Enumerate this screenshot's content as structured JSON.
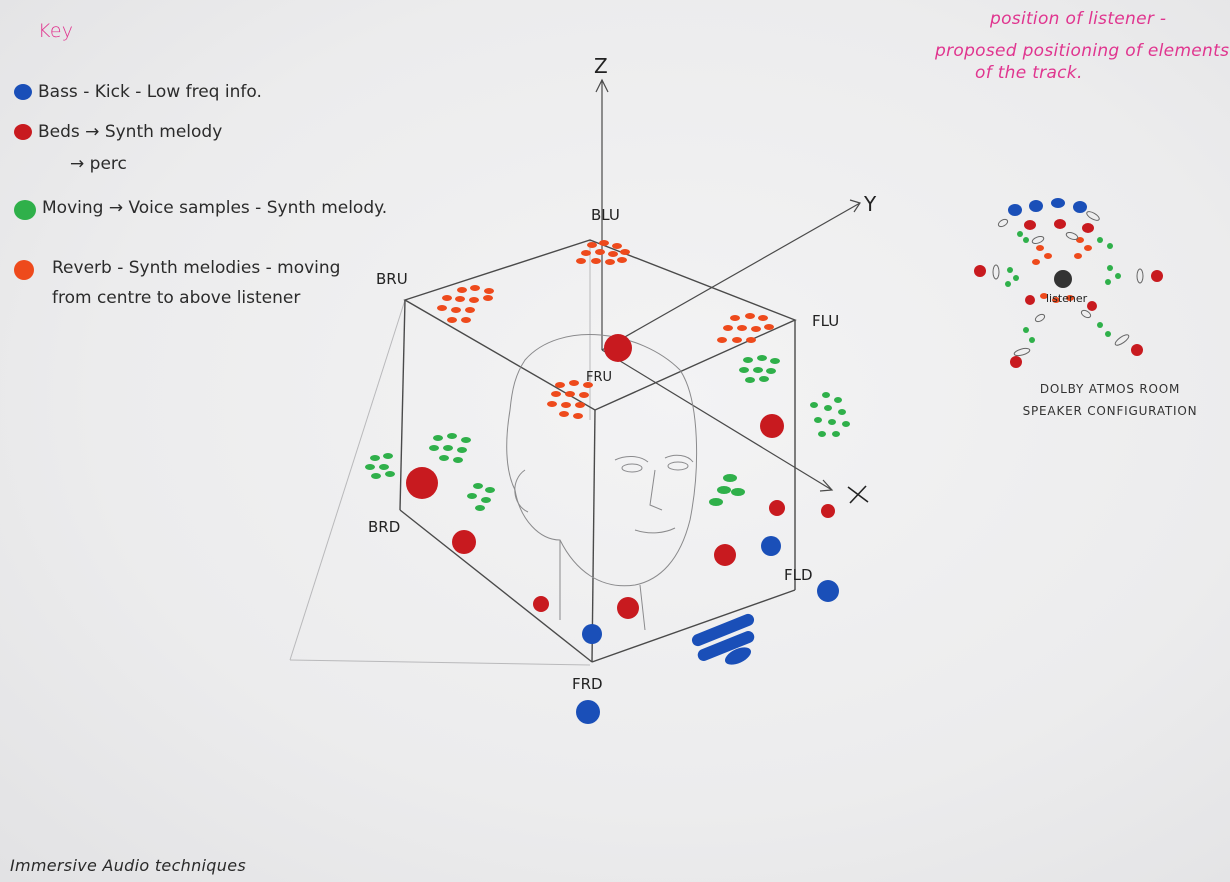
{
  "key": {
    "title": "Key",
    "items": [
      {
        "color": "#1a4fb8",
        "text": "Bass - Kick - Low freq info."
      },
      {
        "color": "#c81a1f",
        "text": "Beds → Synth melody"
      },
      {
        "color": "#c81a1f",
        "text": "→ perc",
        "indent": true
      },
      {
        "color": "#2fb04a",
        "text": "Moving → Voice samples - Synth melody."
      },
      {
        "color": "#ee4a1c",
        "text": "Reverb - Synth melodies - moving"
      },
      {
        "color": "#ee4a1c",
        "text": "from centre to above listener",
        "indent": true
      }
    ]
  },
  "note": {
    "line1": "position of listener -",
    "line2": "proposed positioning of elements",
    "line3": "of the track."
  },
  "axes": {
    "z": "Z",
    "y": "Y",
    "x": "X"
  },
  "cube_labels": {
    "blu": "BLU",
    "bru": "BRU",
    "flu": "FLU",
    "fru": "FRU",
    "brd": "BRD",
    "fld": "FLD",
    "frd": "FRD"
  },
  "room": {
    "listener": "listener",
    "caption_line1": "DOLBY ATMOS ROOM",
    "caption_line2": "SPEAKER CONFIGURATION"
  },
  "footer": "Immersive Audio techniques",
  "colors": {
    "bass": "#1a4fb8",
    "beds": "#c81a1f",
    "moving": "#2fb04a",
    "reverb": "#ee4a1c",
    "pen": "#e0358f"
  }
}
